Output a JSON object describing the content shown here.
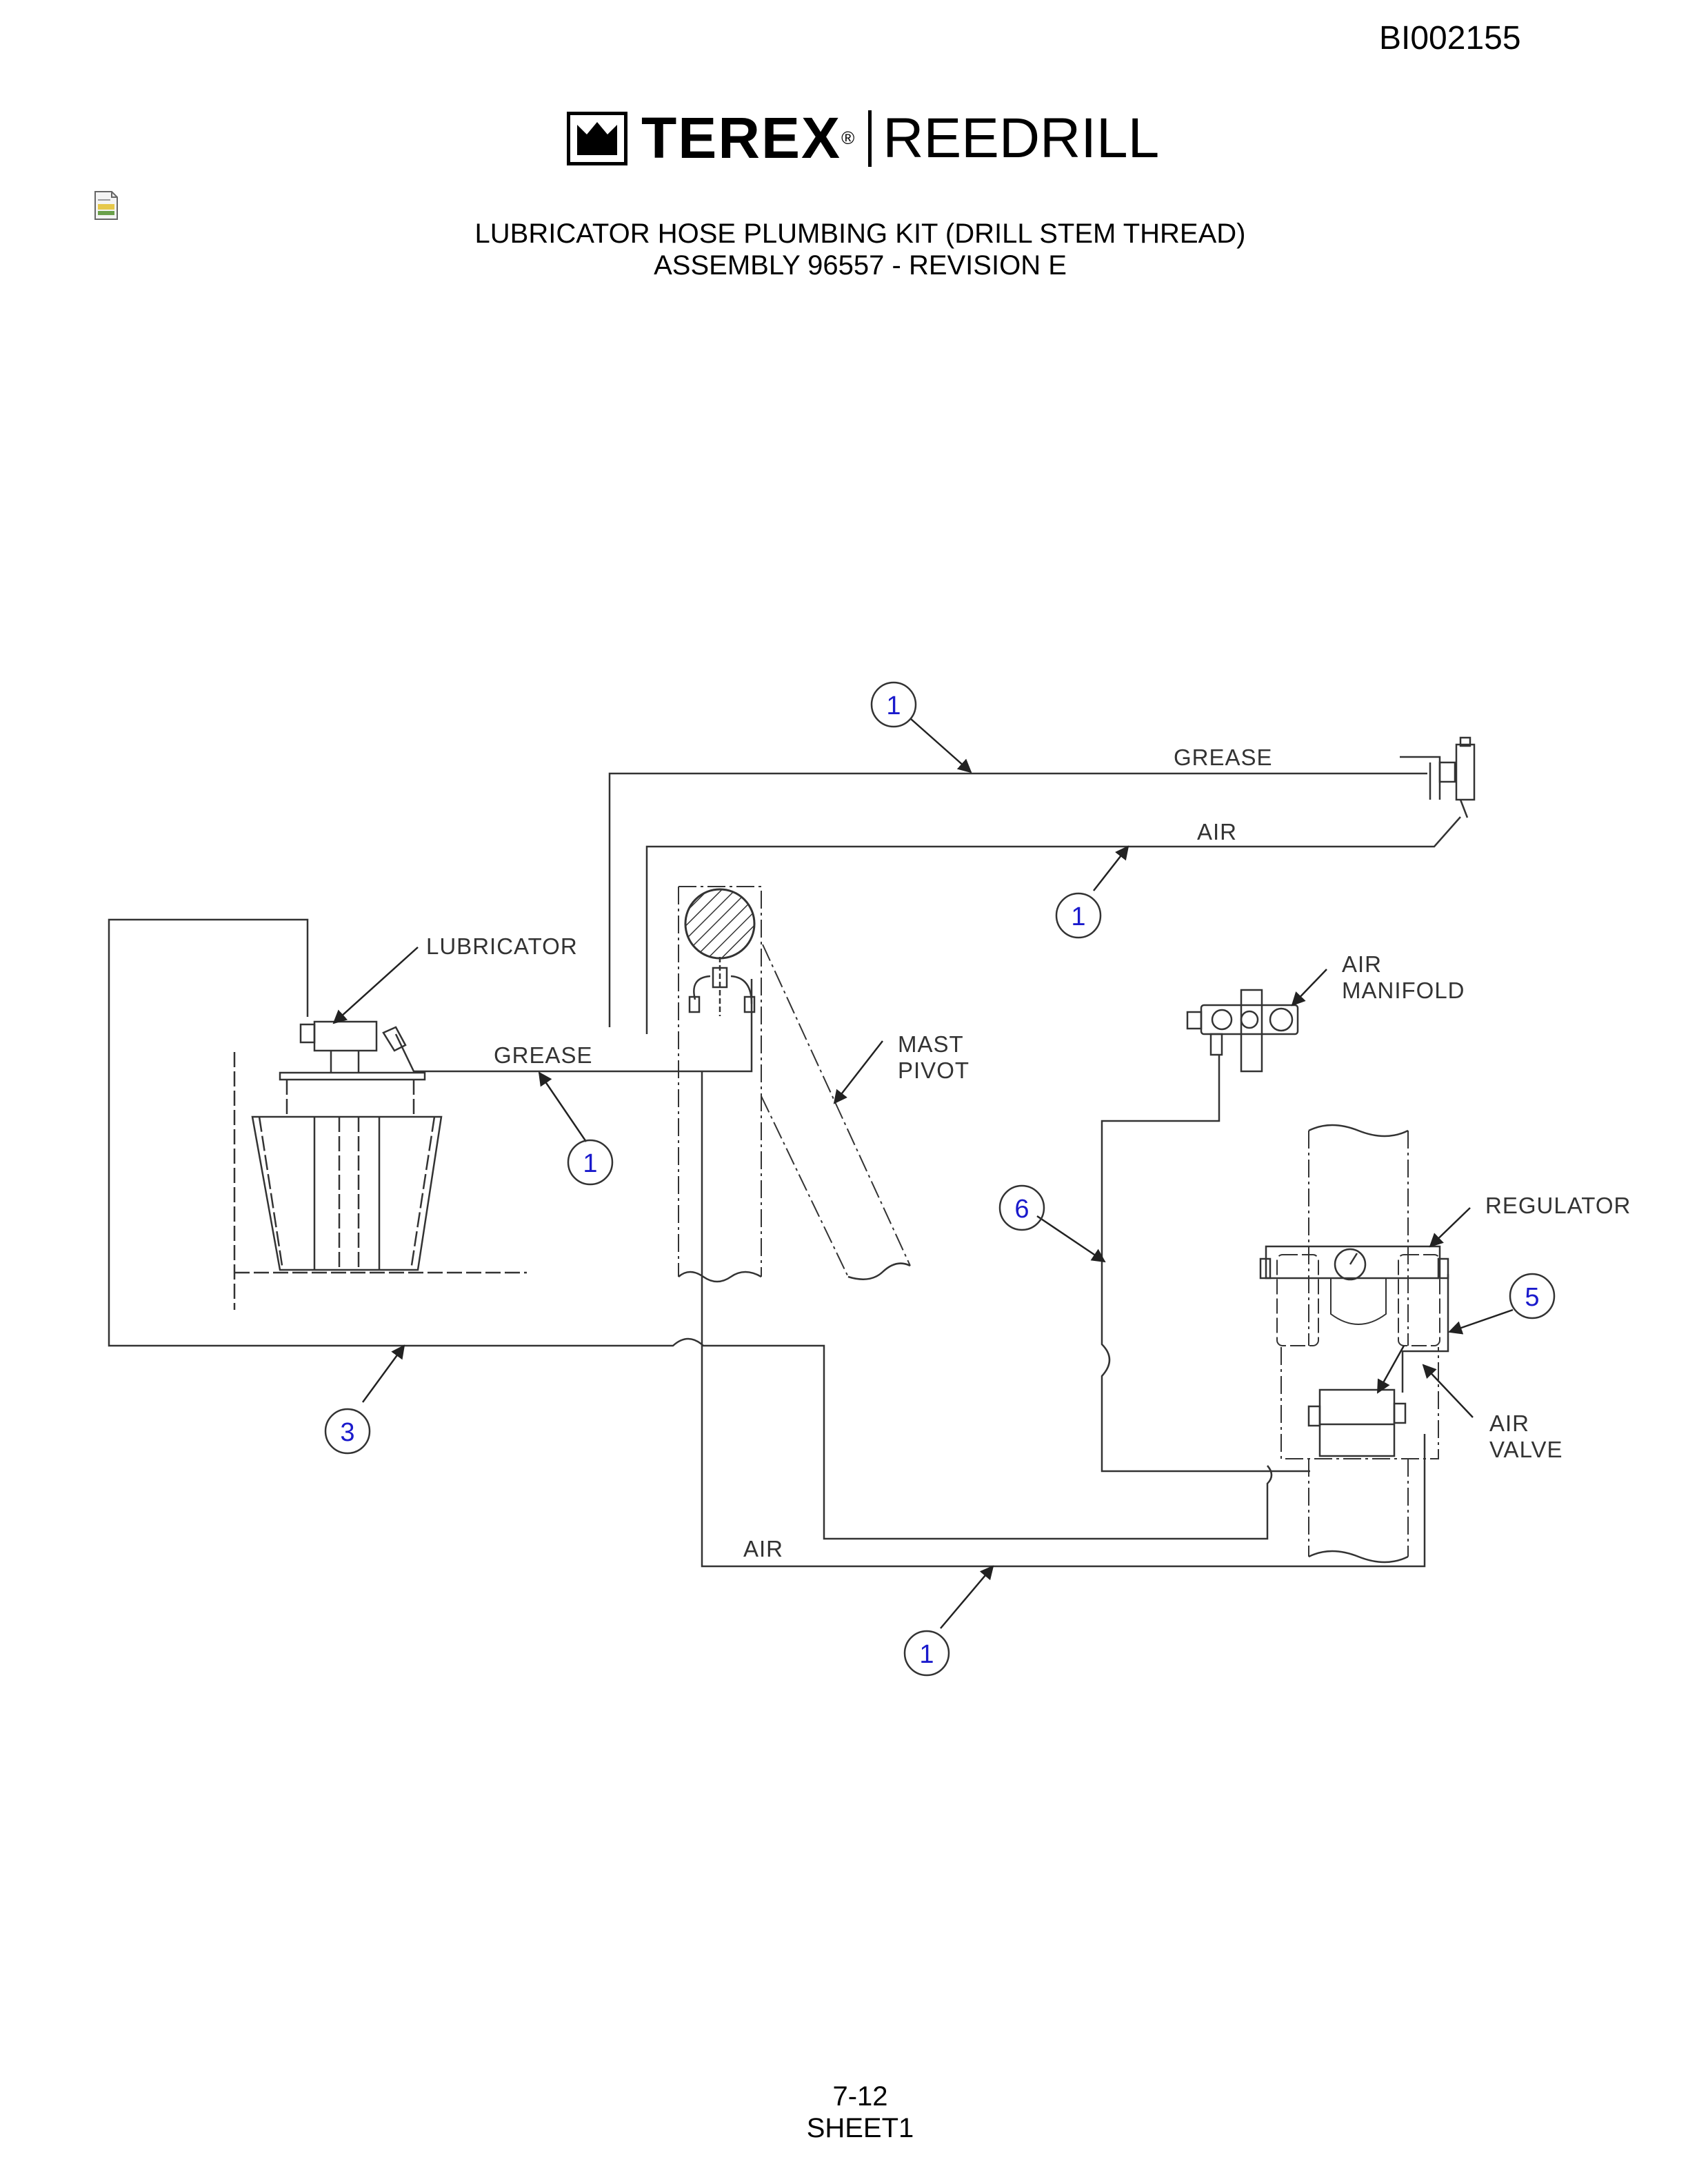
{
  "document": {
    "id": "BI002155",
    "brand": {
      "name": "TEREX",
      "registered": "®",
      "product": "REEDRILL"
    },
    "title_line1": "LUBRICATOR HOSE PLUMBING KIT (DRILL STEM THREAD)",
    "title_line2": "ASSEMBLY 96557 - REVISION E",
    "page": "7-12",
    "sheet": "SHEET1"
  },
  "icons": {
    "document": "document-icon",
    "logo": "terex-crown-logo-icon"
  },
  "diagram": {
    "labels": {
      "grease_top": "GREASE",
      "air_top": "AIR",
      "lubricator": "LUBRICATOR",
      "grease_left": "GREASE",
      "air_manifold_1": "AIR",
      "air_manifold_2": "MANIFOLD",
      "mast_pivot_1": "MAST",
      "mast_pivot_2": "PIVOT",
      "regulator": "REGULATOR",
      "air_valve_1": "AIR",
      "air_valve_2": "VALVE",
      "air_bottom": "AIR"
    },
    "callouts": [
      "1",
      "1",
      "1",
      "6",
      "5",
      "3",
      "1"
    ]
  }
}
